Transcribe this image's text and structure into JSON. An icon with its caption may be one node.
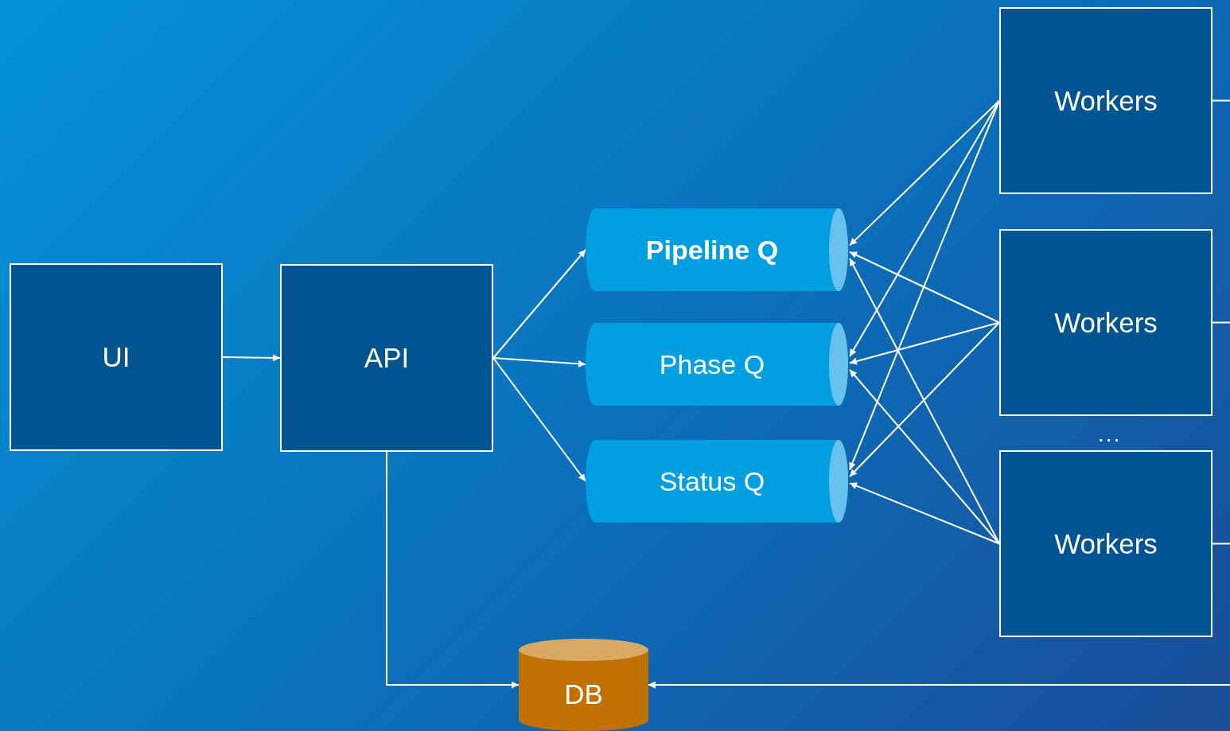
{
  "diagram": {
    "nodes": [
      {
        "text": [
          "UI"
        ]
      },
      {
        "text": [
          "API"
        ]
      },
      {
        "text": [
          "Pipeline Q"
        ]
      },
      {
        "text": [
          "Phase Q"
        ]
      },
      {
        "text": [
          "Status Q"
        ]
      },
      {
        "text": [
          "Workers"
        ]
      },
      {
        "text": [
          "Workers"
        ]
      },
      {
        "text": [
          "Workers"
        ]
      },
      {
        "text": [
          "DB"
        ]
      }
    ],
    "edges": [
      {
        "from": 0,
        "to": 1,
        "arrow": "to"
      },
      {
        "from": 1,
        "to": 2,
        "arrow": "to"
      },
      {
        "from": 1,
        "to": 3,
        "arrow": "to"
      },
      {
        "from": 1,
        "to": 4,
        "arrow": "to"
      },
      {
        "from": 5,
        "to": 2,
        "arrow": "to"
      },
      {
        "from": 5,
        "to": 3,
        "arrow": "to"
      },
      {
        "from": 5,
        "to": 4,
        "arrow": "to"
      },
      {
        "from": 6,
        "to": 2,
        "arrow": "to"
      },
      {
        "from": 6,
        "to": 3,
        "arrow": "to"
      },
      {
        "from": 6,
        "to": 4,
        "arrow": "to"
      },
      {
        "from": 7,
        "to": 2,
        "arrow": "to"
      },
      {
        "from": 7,
        "to": 3,
        "arrow": "to"
      },
      {
        "from": 7,
        "to": 4,
        "arrow": "to"
      },
      {
        "from": 1,
        "to": 8,
        "arrow": "to"
      },
      {
        "from": 5,
        "to": 8,
        "arrow": "to"
      },
      {
        "from": 6,
        "to": 8,
        "arrow": "to"
      },
      {
        "from": 7,
        "to": 8,
        "arrow": "to"
      }
    ],
    "labels": [
      "..."
    ]
  }
}
